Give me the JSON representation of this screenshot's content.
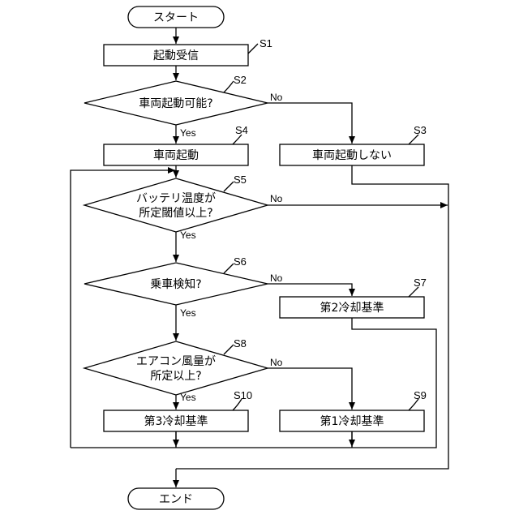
{
  "nodes": {
    "start": "スタート",
    "s1": "起動受信",
    "s2": "車両起動可能?",
    "s3": "車両起動しない",
    "s4": "車両起動",
    "s5_line1": "バッテリ温度が",
    "s5_line2": "所定閾値以上?",
    "s6": "乗車検知?",
    "s7": "第2冷却基準",
    "s8_line1": "エアコン風量が",
    "s8_line2": "所定以上?",
    "s9": "第1冷却基準",
    "s10": "第3冷却基準",
    "end": "エンド"
  },
  "steps": {
    "s1": "S1",
    "s2": "S2",
    "s3": "S3",
    "s4": "S4",
    "s5": "S5",
    "s6": "S6",
    "s7": "S7",
    "s8": "S8",
    "s9": "S9",
    "s10": "S10"
  },
  "branches": {
    "yes": "Yes",
    "no": "No"
  }
}
